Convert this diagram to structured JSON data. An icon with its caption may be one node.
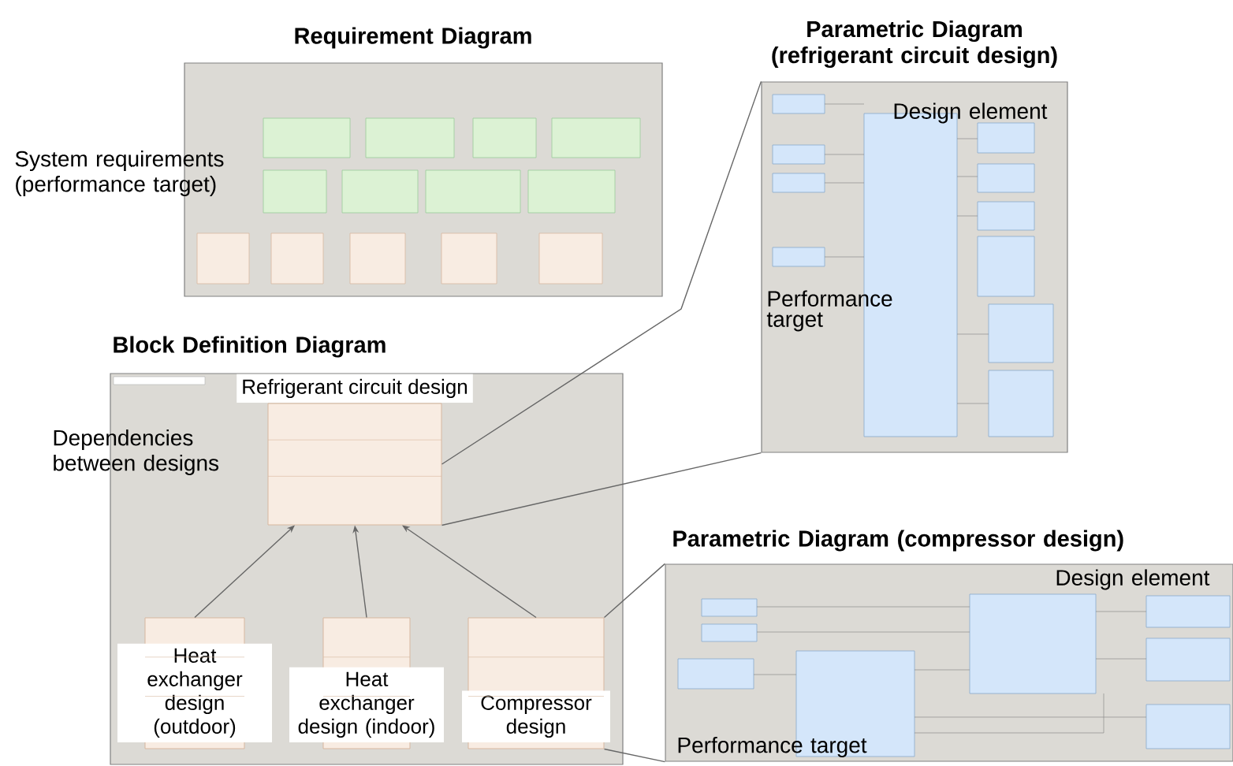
{
  "diagram": {
    "nodes": [
      {
        "text": [
          "Requirement Diagram"
        ],
        "beside": [
          "System requirements (performance target)"
        ]
      },
      {
        "text": [
          "Parametric Diagram (refrigerant circuit design)",
          "Design element",
          "Performance target"
        ]
      },
      {
        "text": [
          "Block Definition Diagram"
        ],
        "beside": [
          "Dependencies between designs"
        ]
      },
      {
        "text": [
          "Refrigerant circuit design"
        ],
        "in": 2
      },
      {
        "text": [
          "Heat exchanger design (outdoor)"
        ],
        "in": 2
      },
      {
        "text": [
          "Heat exchanger design (indoor)"
        ],
        "in": 2
      },
      {
        "text": [
          "Compressor design"
        ],
        "in": 2
      },
      {
        "text": [
          "Parametric Diagram (compressor design)",
          "Design element",
          "Performance target"
        ]
      }
    ],
    "edges": [
      {
        "from": 4,
        "to": 3,
        "arrow": "to"
      },
      {
        "from": 5,
        "to": 3,
        "arrow": "to"
      },
      {
        "from": 6,
        "to": 3,
        "arrow": "to"
      },
      {
        "from": 3,
        "to": 1,
        "arrow": "none"
      },
      {
        "from": 3,
        "to": 1,
        "arrow": "none"
      },
      {
        "from": 6,
        "to": 7,
        "arrow": "none"
      },
      {
        "from": 6,
        "to": 7,
        "arrow": "none"
      }
    ]
  }
}
